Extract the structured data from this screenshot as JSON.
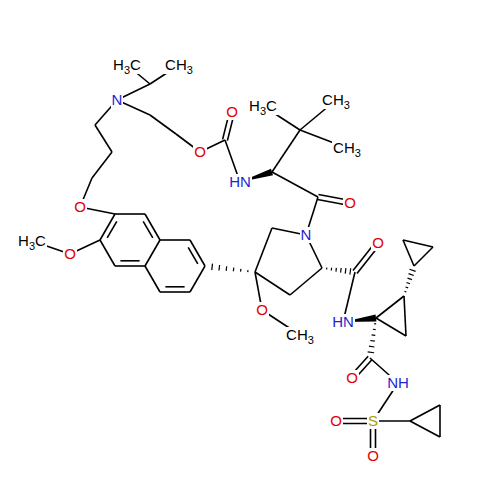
{
  "diagram": {
    "labels": [
      "H3C",
      "CH3",
      "N",
      "CH3",
      "H3C",
      "O",
      "CH3",
      "O",
      "HN",
      "O",
      "O",
      "N",
      "H3C",
      "O",
      "O",
      "O",
      "HN",
      "CH3",
      "O",
      "NH",
      "O",
      "S",
      "O"
    ]
  }
}
